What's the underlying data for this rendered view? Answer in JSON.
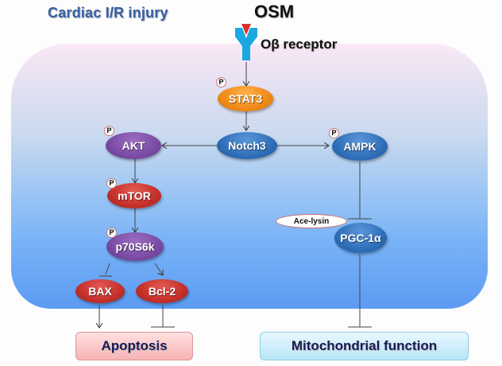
{
  "title": "Cardiac I/R injury",
  "ligand": {
    "label": "OSM",
    "color": "#d9322b"
  },
  "receptor": {
    "label": "Oβ receptor",
    "color": "#1aa8e0"
  },
  "phospho_badge": "P",
  "nodes": {
    "stat3": {
      "label": "STAT3",
      "phosphorylated": true,
      "color": "#f08a17"
    },
    "notch3": {
      "label": "Notch3",
      "phosphorylated": false,
      "color": "#2f6fb9"
    },
    "akt": {
      "label": "AKT",
      "phosphorylated": true,
      "color": "#7a4ca4"
    },
    "mtor": {
      "label": "mTOR",
      "phosphorylated": true,
      "color": "#c5302a"
    },
    "p70s6k": {
      "label": "p70S6k",
      "phosphorylated": true,
      "color": "#7a4ca4"
    },
    "bax": {
      "label": "BAX",
      "phosphorylated": false,
      "color": "#c5302a"
    },
    "bcl2": {
      "label": "Bcl-2",
      "phosphorylated": false,
      "color": "#c5302a"
    },
    "ampk": {
      "label": "AMPK",
      "phosphorylated": true,
      "color": "#2f6fb9"
    },
    "pgc1a": {
      "label": "PGC-1α",
      "phosphorylated": false,
      "color": "#2f6fb9"
    },
    "acelysin": {
      "label": "Ace-lysin"
    }
  },
  "outcomes": {
    "apoptosis": {
      "label": "Apoptosis"
    },
    "mitochondrial": {
      "label": "Mitochondrial function"
    }
  },
  "edges": [
    {
      "from": "Oβ receptor",
      "to": "STAT3",
      "type": "activation"
    },
    {
      "from": "STAT3",
      "to": "Notch3",
      "type": "activation"
    },
    {
      "from": "Notch3",
      "to": "AKT",
      "type": "activation"
    },
    {
      "from": "Notch3",
      "to": "AMPK",
      "type": "activation"
    },
    {
      "from": "AKT",
      "to": "mTOR",
      "type": "activation"
    },
    {
      "from": "mTOR",
      "to": "p70S6k",
      "type": "activation"
    },
    {
      "from": "p70S6k",
      "to": "BAX",
      "type": "inhibition"
    },
    {
      "from": "p70S6k",
      "to": "Bcl-2",
      "type": "activation"
    },
    {
      "from": "BAX",
      "to": "Apoptosis",
      "type": "activation"
    },
    {
      "from": "Bcl-2",
      "to": "Apoptosis",
      "type": "inhibition"
    },
    {
      "from": "AMPK",
      "to": "PGC-1α",
      "type": "inhibition"
    },
    {
      "from": "PGC-1α",
      "to": "Mitochondrial function",
      "type": "inhibition"
    }
  ]
}
